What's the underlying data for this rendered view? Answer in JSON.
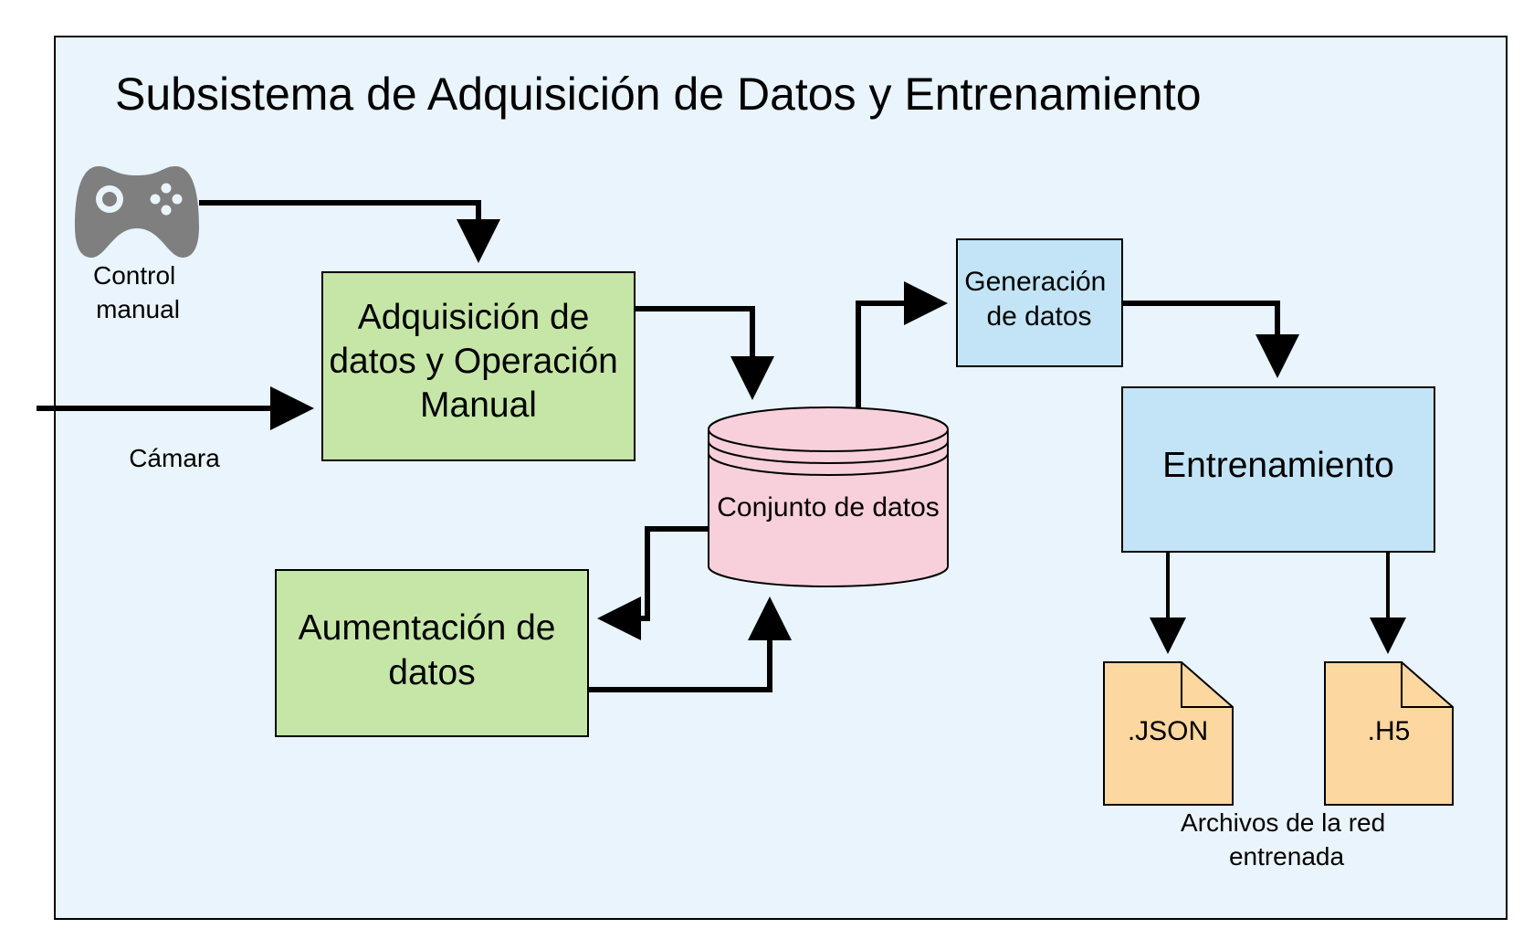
{
  "title": "Subsistema de Adquisición de Datos y Entrenamiento",
  "inputs": {
    "control_label": [
      "Control",
      "manual"
    ],
    "camera_label": "Cámara"
  },
  "nodes": {
    "adquisicion": [
      "Adquisición de",
      "datos y Operación",
      "Manual"
    ],
    "aumentacion": [
      "Aumentación de",
      "datos"
    ],
    "conjunto": "Conjunto de datos",
    "generacion": [
      "Generación",
      "de datos"
    ],
    "entrenamiento": "Entrenamiento"
  },
  "files": {
    "json": ".JSON",
    "h5": ".H5",
    "caption": [
      "Archivos de la red",
      "entrenada"
    ]
  },
  "colors": {
    "background": "#e9f4fc",
    "green": "#c6e6a8",
    "pink": "#f8d0dc",
    "blue": "#c2e4f6",
    "orange": "#fdd7a0",
    "icon": "#7f7f7f"
  }
}
